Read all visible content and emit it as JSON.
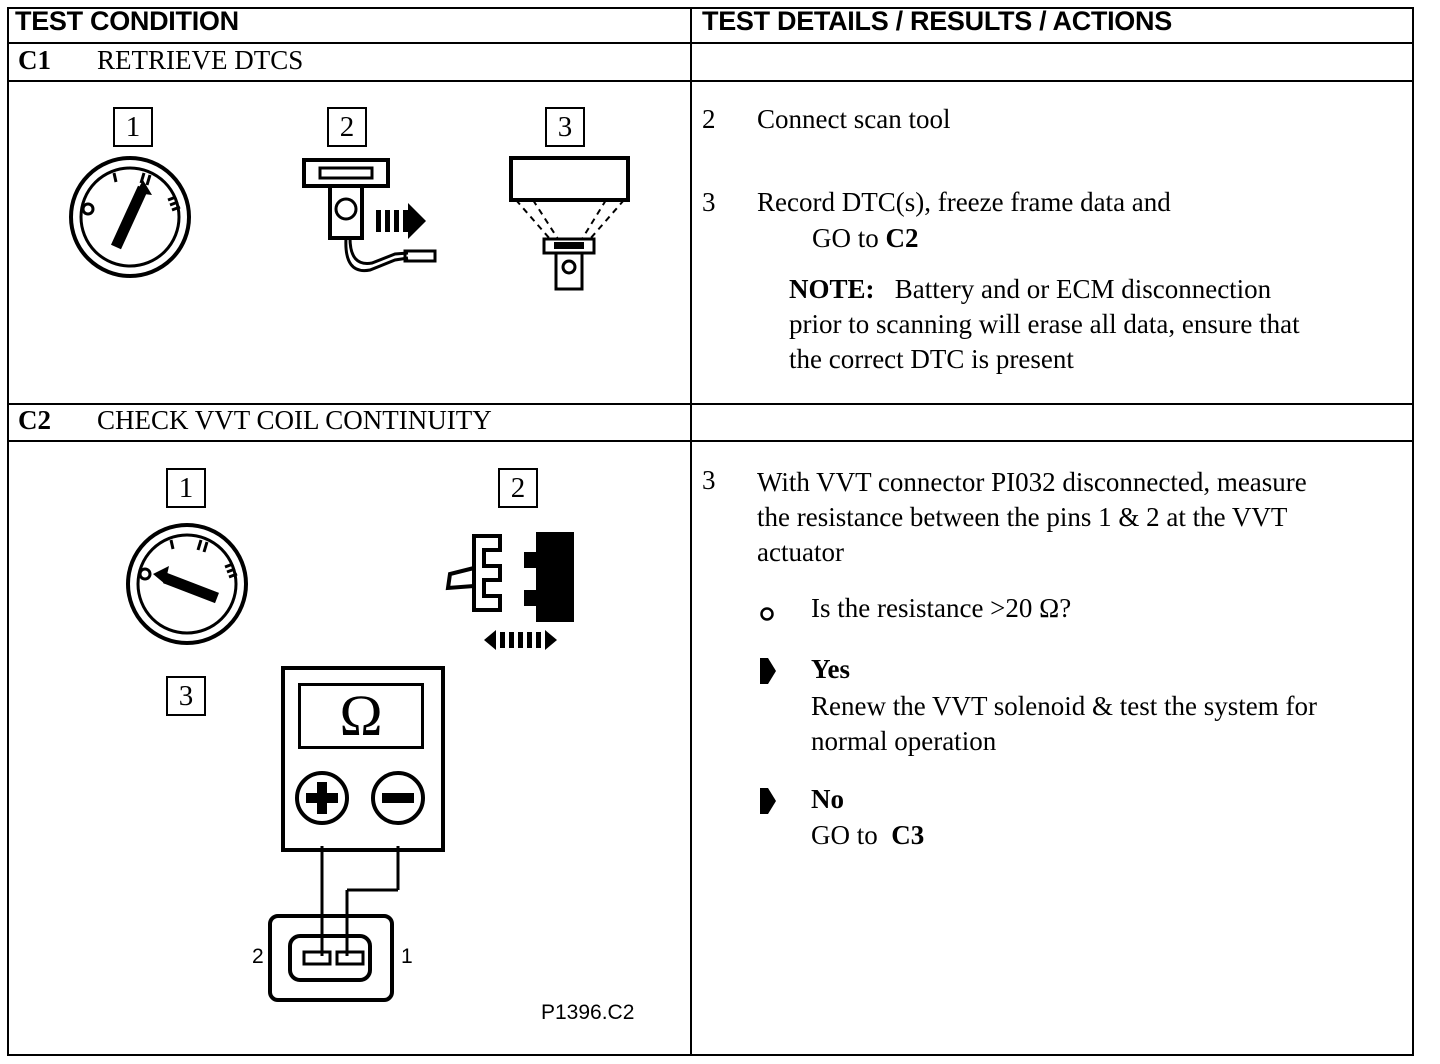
{
  "header": {
    "left": "TEST CONDITION",
    "right": "TEST DETAILS / RESULTS / ACTIONS"
  },
  "c1": {
    "code": "C1",
    "title": "RETRIEVE DTCS",
    "step_numbers": [
      "1",
      "2",
      "3"
    ],
    "ignition_labels": [
      "O",
      "I",
      "II",
      "III"
    ],
    "steps": [
      {
        "num": "2",
        "text": "Connect scan tool"
      },
      {
        "num": "3",
        "text": "Record DTC(s), freeze frame data and",
        "goto_prefix": "GO to",
        "goto_target": "C2"
      }
    ],
    "note_label": "NOTE:",
    "note_lines": [
      "Battery and or ECM disconnection",
      "prior to scanning will erase all data, ensure that",
      "the correct DTC is present"
    ]
  },
  "c2": {
    "code": "C2",
    "title": "CHECK VVT COIL CONTINUITY",
    "step_numbers": [
      "1",
      "2",
      "3"
    ],
    "ignition_labels": [
      "O",
      "I",
      "II",
      "III"
    ],
    "meter_symbol": "Ω",
    "pin_labels": [
      "2",
      "1"
    ],
    "figure_ref": "P1396.C2",
    "step": {
      "num": "3",
      "lines": [
        "With VVT connector PI032 disconnected, measure",
        "the resistance between the pins 1 & 2 at the VVT",
        "actuator"
      ]
    },
    "question": "Is the resistance >20 Ω?",
    "yes_label": "Yes",
    "yes_lines": [
      "Renew the VVT solenoid & test the system for",
      "normal operation"
    ],
    "no_label": "No",
    "no_prefix": "GO to",
    "no_target": "C3"
  }
}
